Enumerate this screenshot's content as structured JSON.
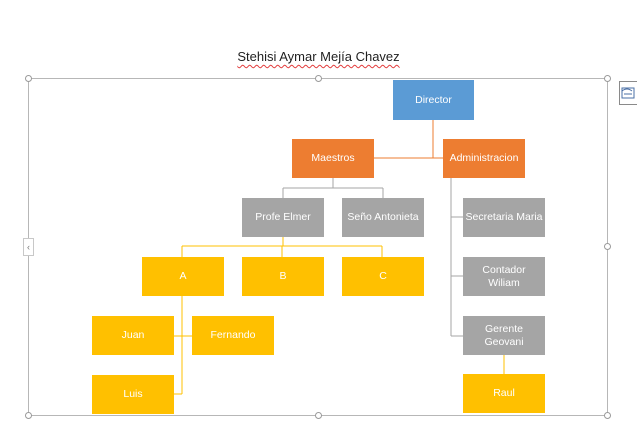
{
  "document": {
    "title": "Stehisi Aymar Mejía Chavez"
  },
  "smartart": {
    "nodes": {
      "director": "Director",
      "maestros": "Maestros",
      "administracion": "Administracion",
      "profe_elmer": "Profe Elmer",
      "seno_antonieta": "Seño Antonieta",
      "secretaria": "Secretaria Maria",
      "contador": "Contador\nWiliam",
      "gerente": "Gerente\nGeovani",
      "a": "A",
      "b": "B",
      "c": "C",
      "juan": "Juan",
      "fernando": "Fernando",
      "luis": "Luis",
      "raul": "Raul"
    },
    "colors": {
      "director": "#5b9bd5",
      "level1": "#ed7d31",
      "staff": "#a5a5a5",
      "students": "#ffc000"
    },
    "expand_tab_icon": "chevron-left-icon",
    "layout_options_icon": "layout-options-icon"
  }
}
